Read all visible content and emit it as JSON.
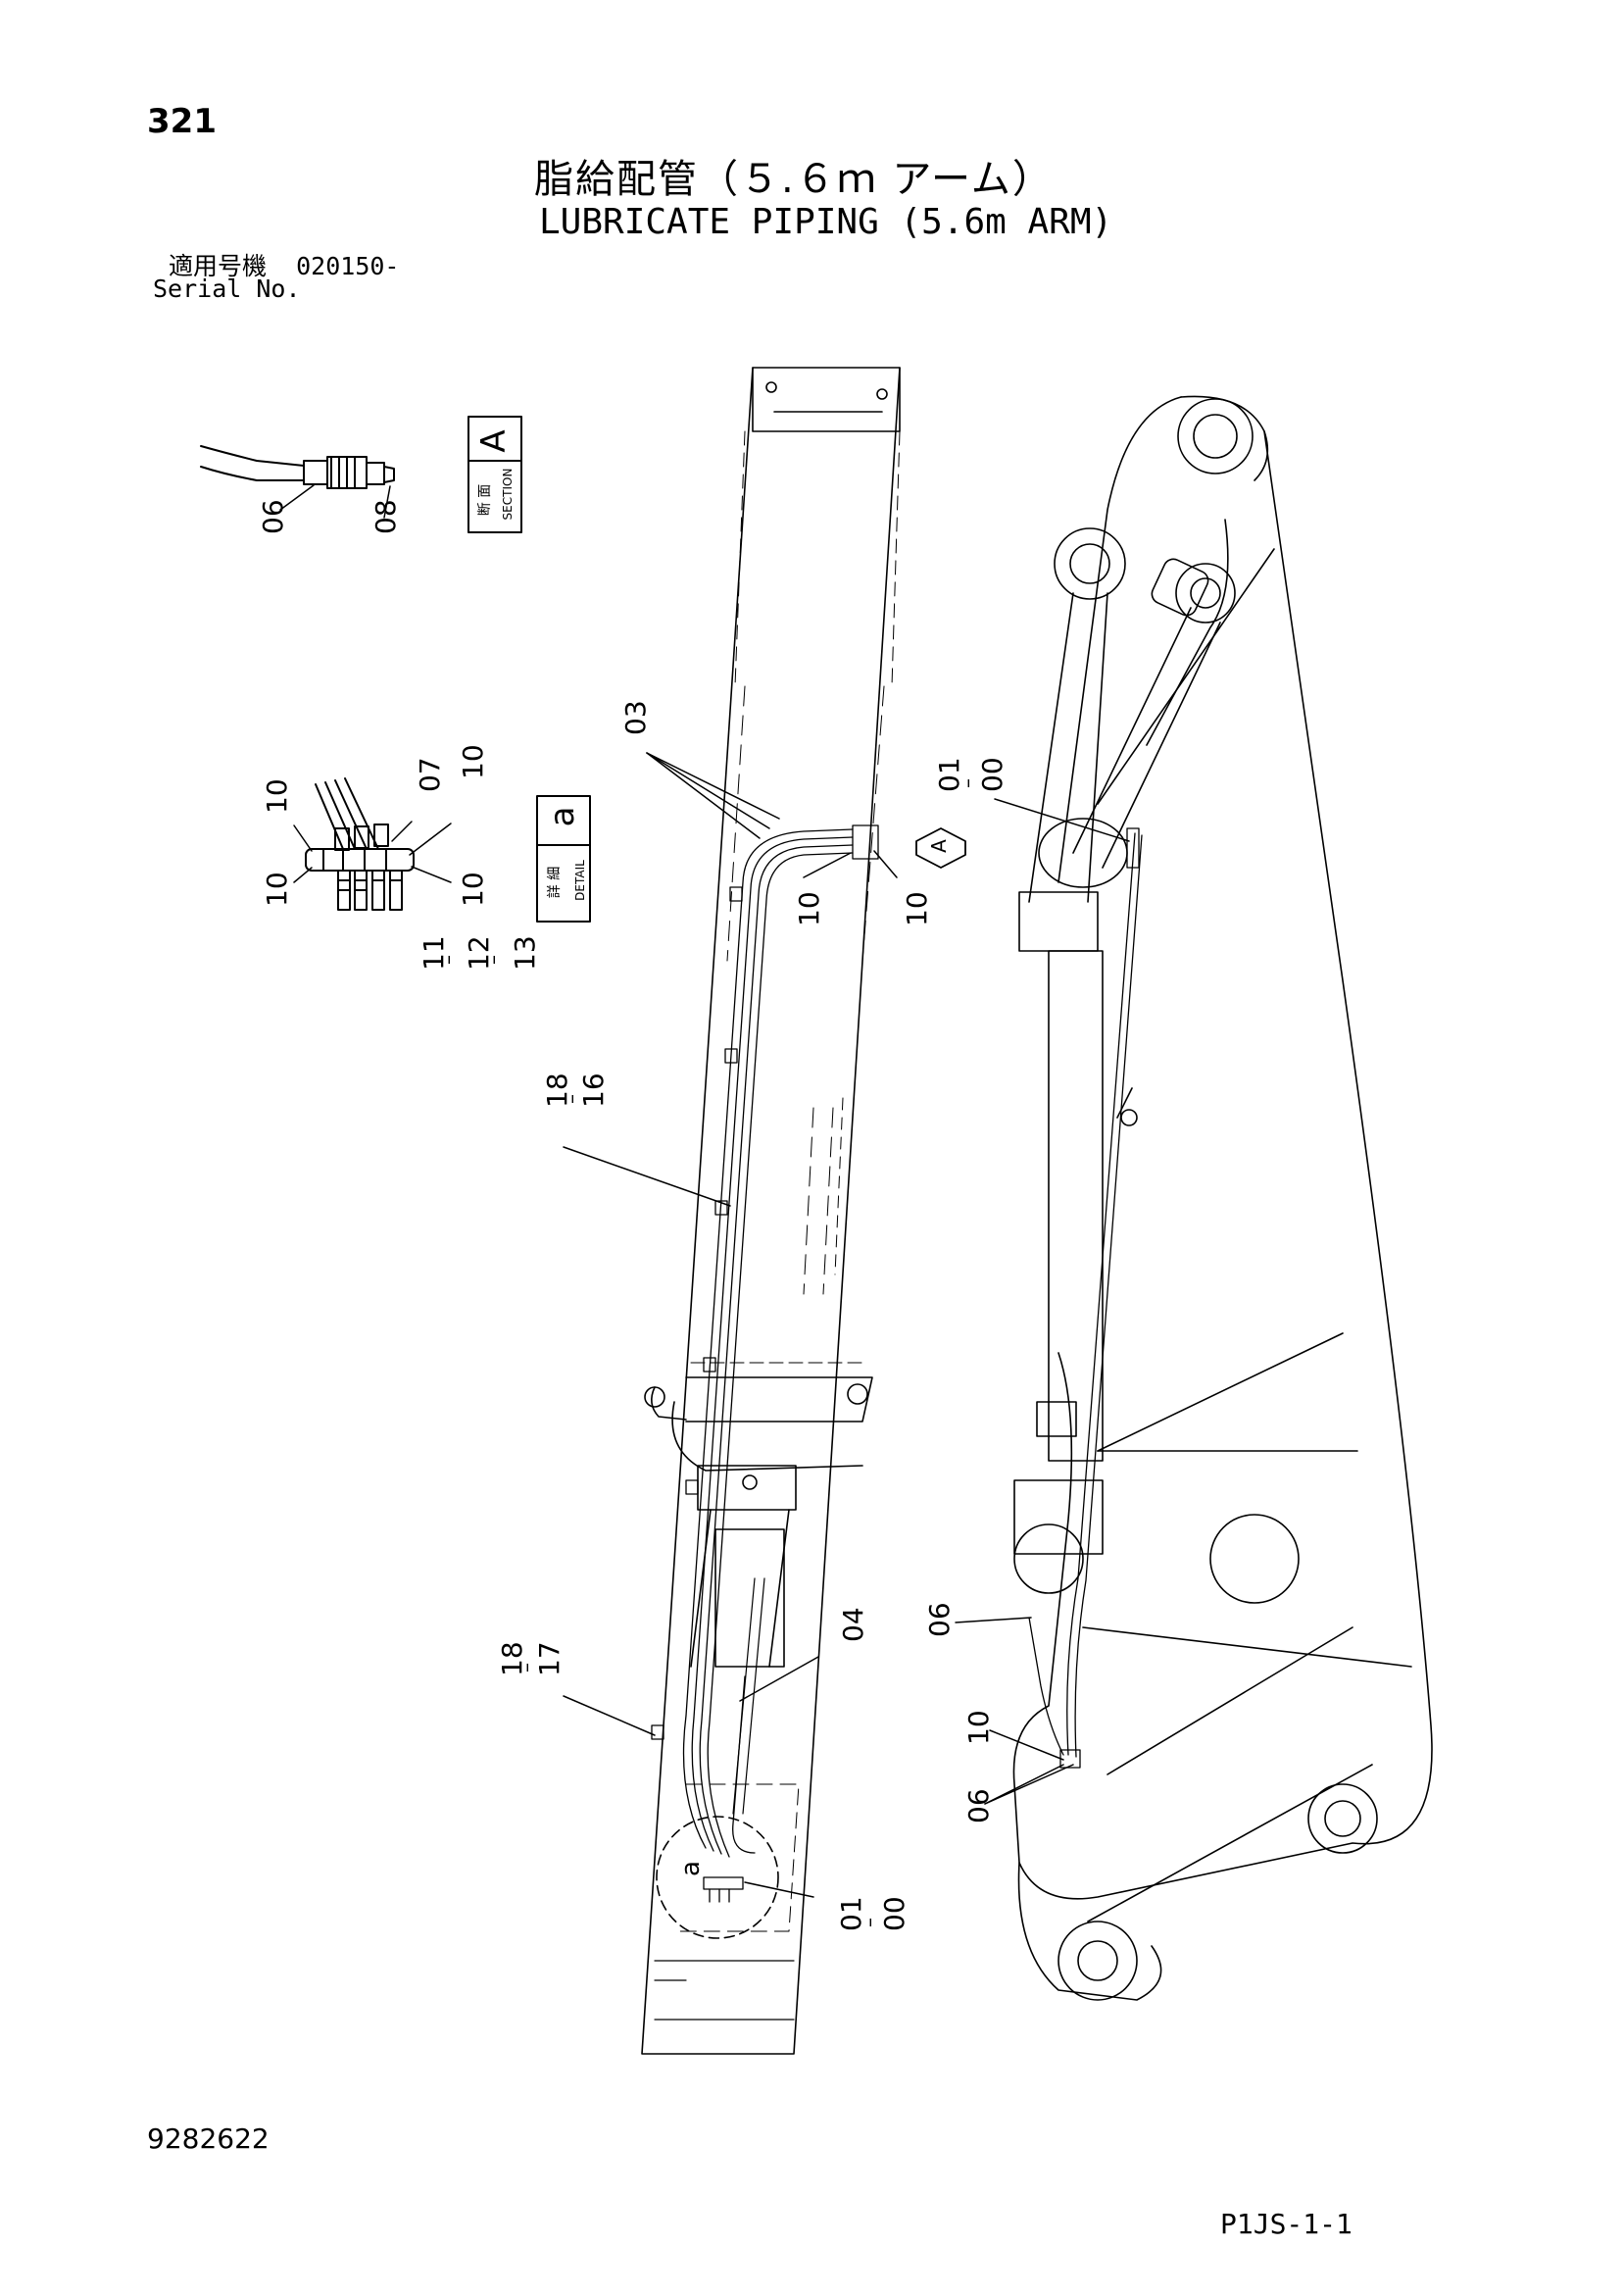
{
  "header": {
    "page_number": "321",
    "title_ja": "脂給配管（５.６ｍ アーム）",
    "title_en": "LUBRICATE PIPING (5.6m ARM)",
    "serial_label_ja": "適用号機",
    "serial_value": "020150-",
    "serial_label_en": "Serial No."
  },
  "footer": {
    "drawing_number": "9282622",
    "page_ref": "P1JS-1-1"
  },
  "views": {
    "section_box_ja": "断 面",
    "section_box_en": "SECTION",
    "section_letter": "A",
    "detail_box_ja": "詳 細",
    "detail_box_en": "DETAIL",
    "detail_letter": "a",
    "view_arrow_letter": "A",
    "detail_circle_letter": "a"
  },
  "callouts": {
    "section": [
      "06",
      "08"
    ],
    "detail": [
      "10",
      "10",
      "07",
      "10",
      "10",
      "11",
      "12",
      "13"
    ],
    "arm": [
      "03",
      "10",
      "10",
      "18",
      "16",
      "18",
      "17",
      "04",
      "01",
      "00"
    ],
    "boom": [
      "01",
      "00",
      "06",
      "10",
      "06"
    ]
  }
}
